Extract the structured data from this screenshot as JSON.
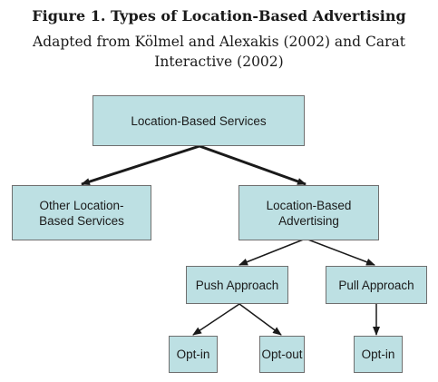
{
  "figure": {
    "title": "Figure 1. Types of  Location-Based Advertising",
    "subtitle_line1": "Adapted from Kölmel and Alexakis (2002) and Carat",
    "subtitle_line2": "Interactive (2002)"
  },
  "colors": {
    "box_fill": "#bde0e3",
    "box_border": "#6f6f6f",
    "connector": "#1a1a1a"
  },
  "nodes": {
    "lbs": "Location-Based Services",
    "other_lbs": "Other Location-\nBased Services",
    "lba": "Location-Based\nAdvertising",
    "push": "Push Approach",
    "pull": "Pull Approach",
    "push_optin": "Opt-in",
    "push_optout": "Opt-out",
    "pull_optin": "Opt-in"
  }
}
